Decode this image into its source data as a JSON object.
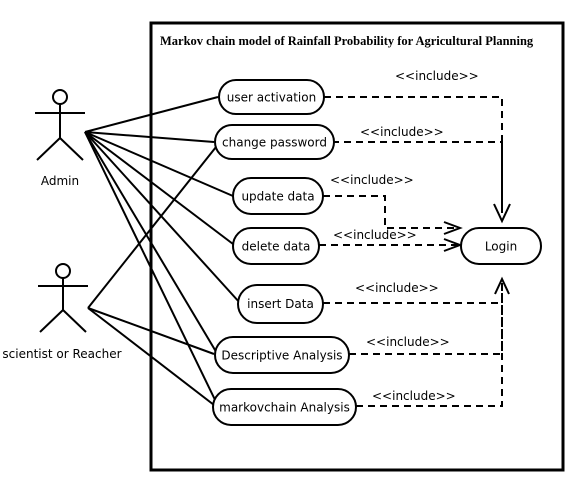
{
  "system": {
    "title": "Markov chain model of Rainfall Probability for Agricultural Planning"
  },
  "actors": {
    "admin": "Admin",
    "scientist": "scientist or Reacher"
  },
  "use_cases": {
    "user_activation": "user activation",
    "change_password": "change password",
    "update_data": "update data",
    "delete_data": "delete data",
    "insert_data": "insert Data",
    "descriptive_analysis": "Descriptive Analysis",
    "markovchain_analysis": "markovchain Analysis",
    "login": "Login"
  },
  "include_label": "<<include>>"
}
